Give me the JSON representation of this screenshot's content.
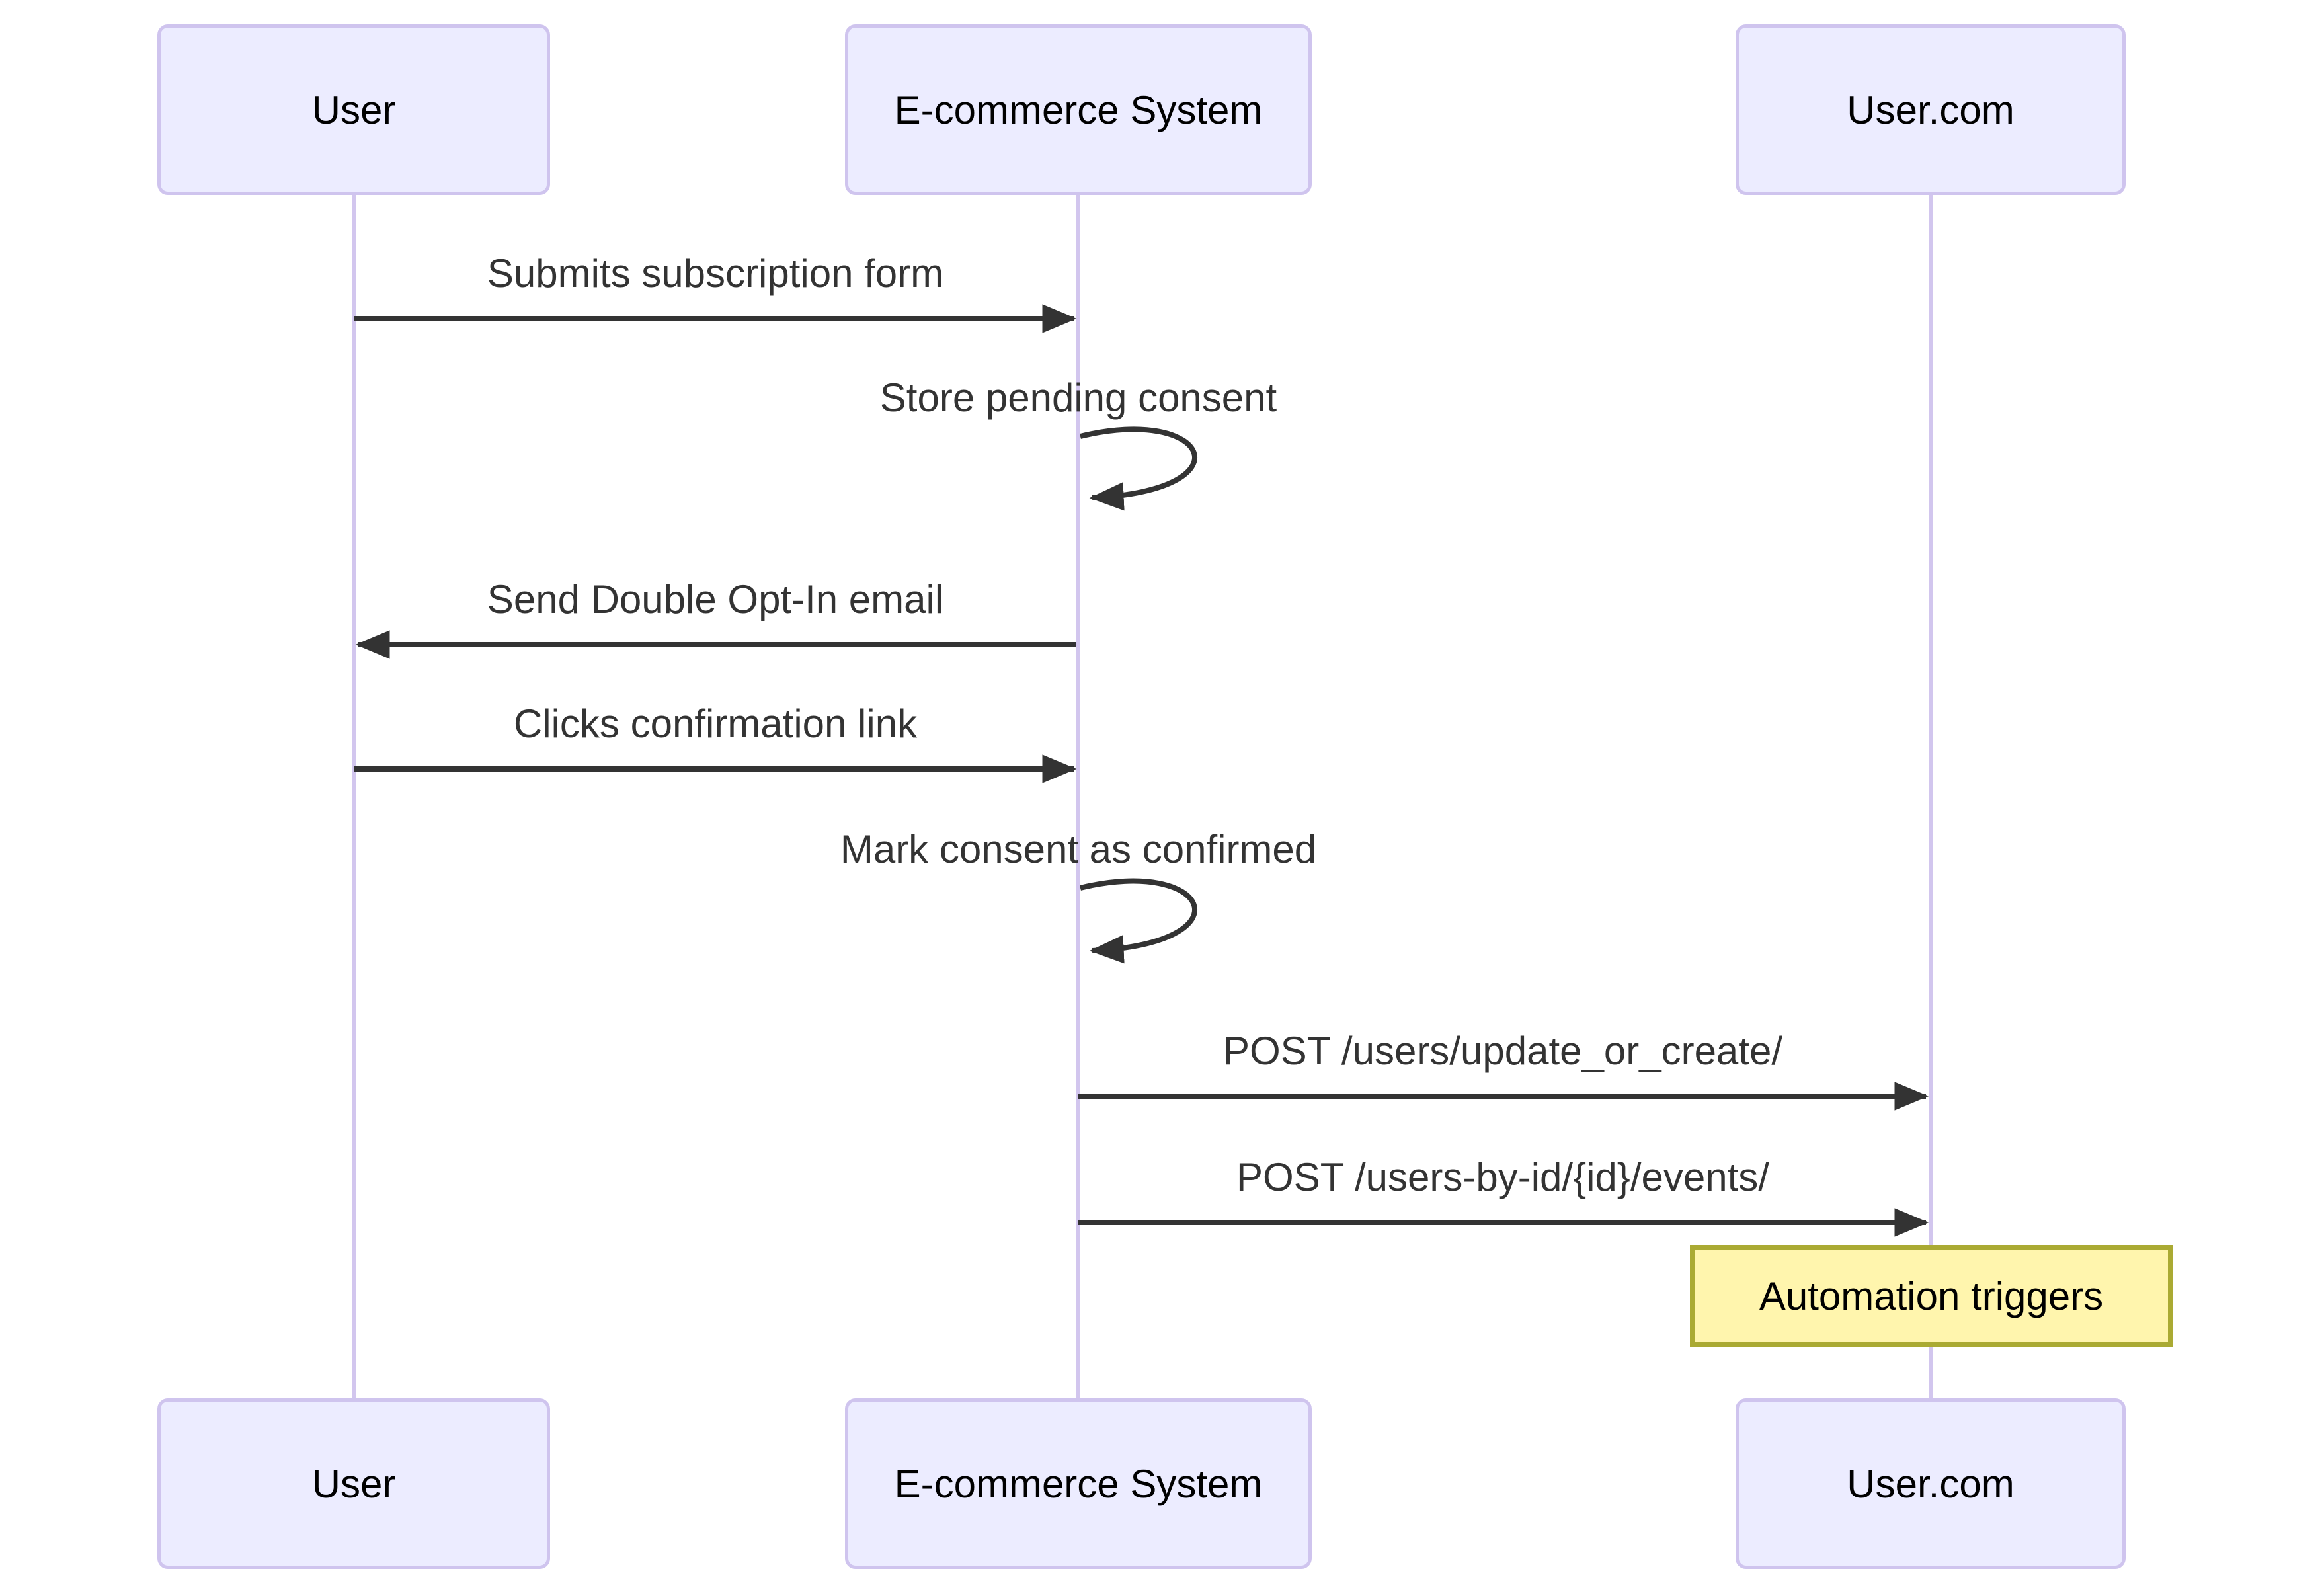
{
  "diagram_type": "sequence-diagram",
  "actors": [
    {
      "id": "user",
      "label": "User"
    },
    {
      "id": "ecommerce",
      "label": "E-commerce System"
    },
    {
      "id": "usercom",
      "label": "User.com"
    }
  ],
  "messages": [
    {
      "label": "Submits subscription form",
      "from": "User",
      "to": "E-commerce System",
      "kind": "solid-arrow"
    },
    {
      "label": "Store pending consent",
      "from": "E-commerce System",
      "to": "E-commerce System",
      "kind": "self-loop"
    },
    {
      "label": "Send Double Opt-In email",
      "from": "E-commerce System",
      "to": "User",
      "kind": "solid-arrow"
    },
    {
      "label": "Clicks confirmation link",
      "from": "User",
      "to": "E-commerce System",
      "kind": "solid-arrow"
    },
    {
      "label": "Mark consent as confirmed",
      "from": "E-commerce System",
      "to": "E-commerce System",
      "kind": "self-loop"
    },
    {
      "label": "POST /users/update_or_create/",
      "from": "E-commerce System",
      "to": "User.com",
      "kind": "solid-arrow"
    },
    {
      "label": "POST /users-by-id/{id}/events/",
      "from": "E-commerce System",
      "to": "User.com",
      "kind": "solid-arrow"
    }
  ],
  "note": {
    "label": "Automation triggers",
    "over": "User.com"
  },
  "colors": {
    "background": "#ffffff",
    "actor_fill": "#ececff",
    "actor_border": "#cfc4ee",
    "lifeline": "#d2c6ee",
    "arrow": "#333333",
    "message_text": "#333333",
    "note_fill": "#fff5ad",
    "note_border": "#aaaa33"
  }
}
